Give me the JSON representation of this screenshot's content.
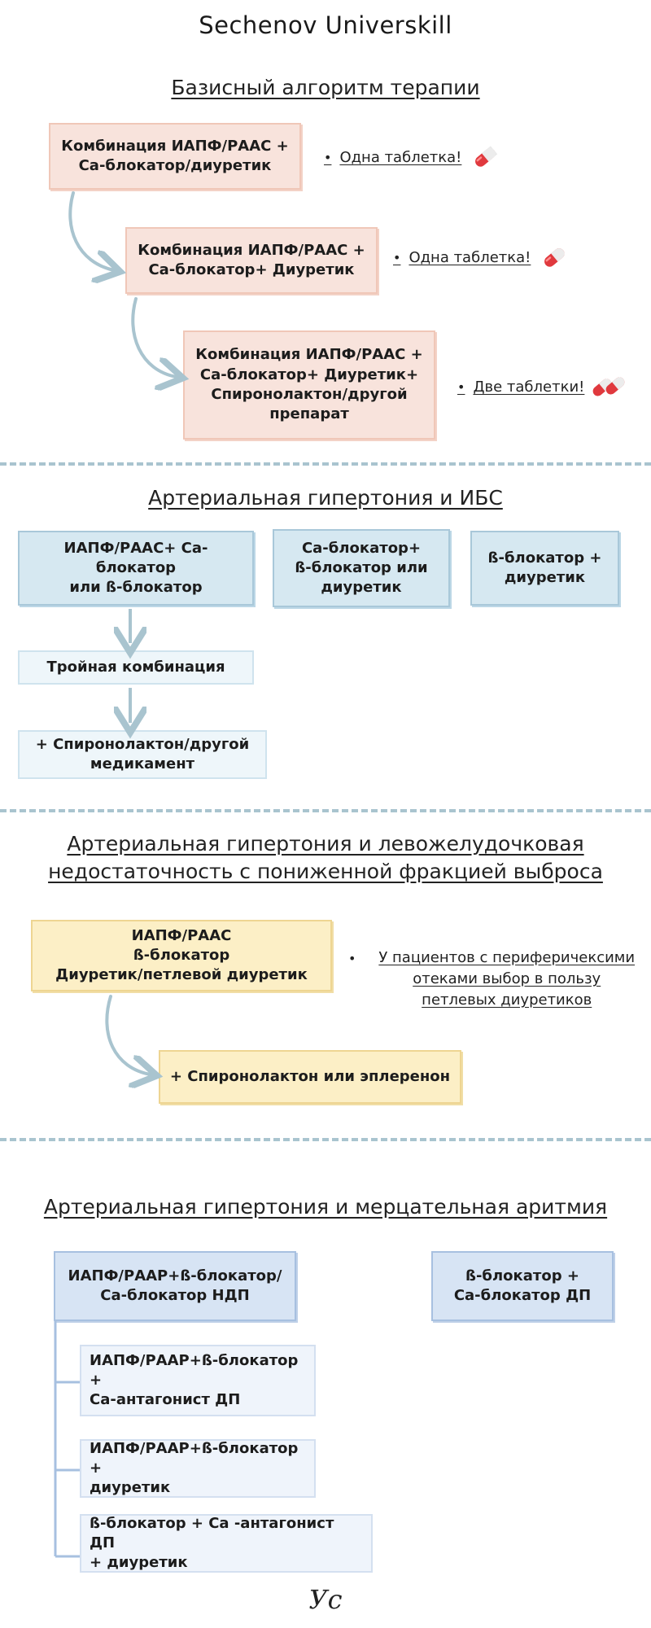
{
  "title": "Sechenov Universkill",
  "section1": {
    "heading": "Базисный алгоритм терапии",
    "box1": [
      "Комбинация ИАПФ/РААС +",
      "Са-блокатор/диуретик"
    ],
    "note1": "Одна таблетка!",
    "box2": [
      "Комбинация ИАПФ/РААС +",
      "Са-блокатор+ Диуретик"
    ],
    "note2": "Одна таблетка!",
    "box3": [
      "Комбинация ИАПФ/РААС +",
      "Са-блокатор+ Диуретик+",
      "Спиронолактон/другой",
      "препарат"
    ],
    "note3": "Две таблетки!"
  },
  "section2": {
    "heading": "Артериальная гипертония и ИБС",
    "box1": [
      "ИАПФ/РААС+ Са-блокатор",
      "или ß-блокатор"
    ],
    "box2": [
      "Са-блокатор+",
      "ß-блокатор или",
      "диуретик"
    ],
    "box3": [
      "ß-блокатор +",
      "диуретик"
    ],
    "box4": "Тройная комбинация",
    "box5": [
      "+ Спиронолактон/другой",
      "медикамент"
    ]
  },
  "section3": {
    "heading": [
      "Артериальная гипертония и левожелудочковая",
      "недостаточность с пониженной фракцией выброса"
    ],
    "box1": [
      "ИАПФ/РААС",
      "ß-блокатор",
      "Диуретик/петлевой диуретик"
    ],
    "note": [
      "У пациентов с периферичексими",
      "отеками выбор в пользу",
      "петлевых диуретиков"
    ],
    "box2": "+ Спиронолактон или эплеренон"
  },
  "section4": {
    "heading": "Артериальная гипертония и мерцательная аритмия",
    "box1": [
      "ИАПФ/РААР+ß-блокатор/",
      "Са-блокатор НДП"
    ],
    "box2": [
      "ß-блокатор +",
      "Са-блокатор ДП"
    ],
    "box3": [
      "ИАПФ/РААР+ß-блокатор +",
      "Са-антагонист ДП"
    ],
    "box4": [
      "ИАПФ/РААР+ß-блокатор +",
      "диуретик"
    ],
    "box5": [
      "ß-блокатор + Са -антагонист ДП",
      "+ диуретик"
    ]
  },
  "footer_logo": "Ус",
  "colors": {
    "pink": "#f8e3dc",
    "blue": "#d6e8f1",
    "yellow": "#fcefc6",
    "periwinkle": "#d7e4f4",
    "arrow": "#a9c4cf",
    "pill_red": "#e0393e"
  },
  "icons": [
    "pill-icon",
    "arrow-icon",
    "bullet-icon"
  ]
}
